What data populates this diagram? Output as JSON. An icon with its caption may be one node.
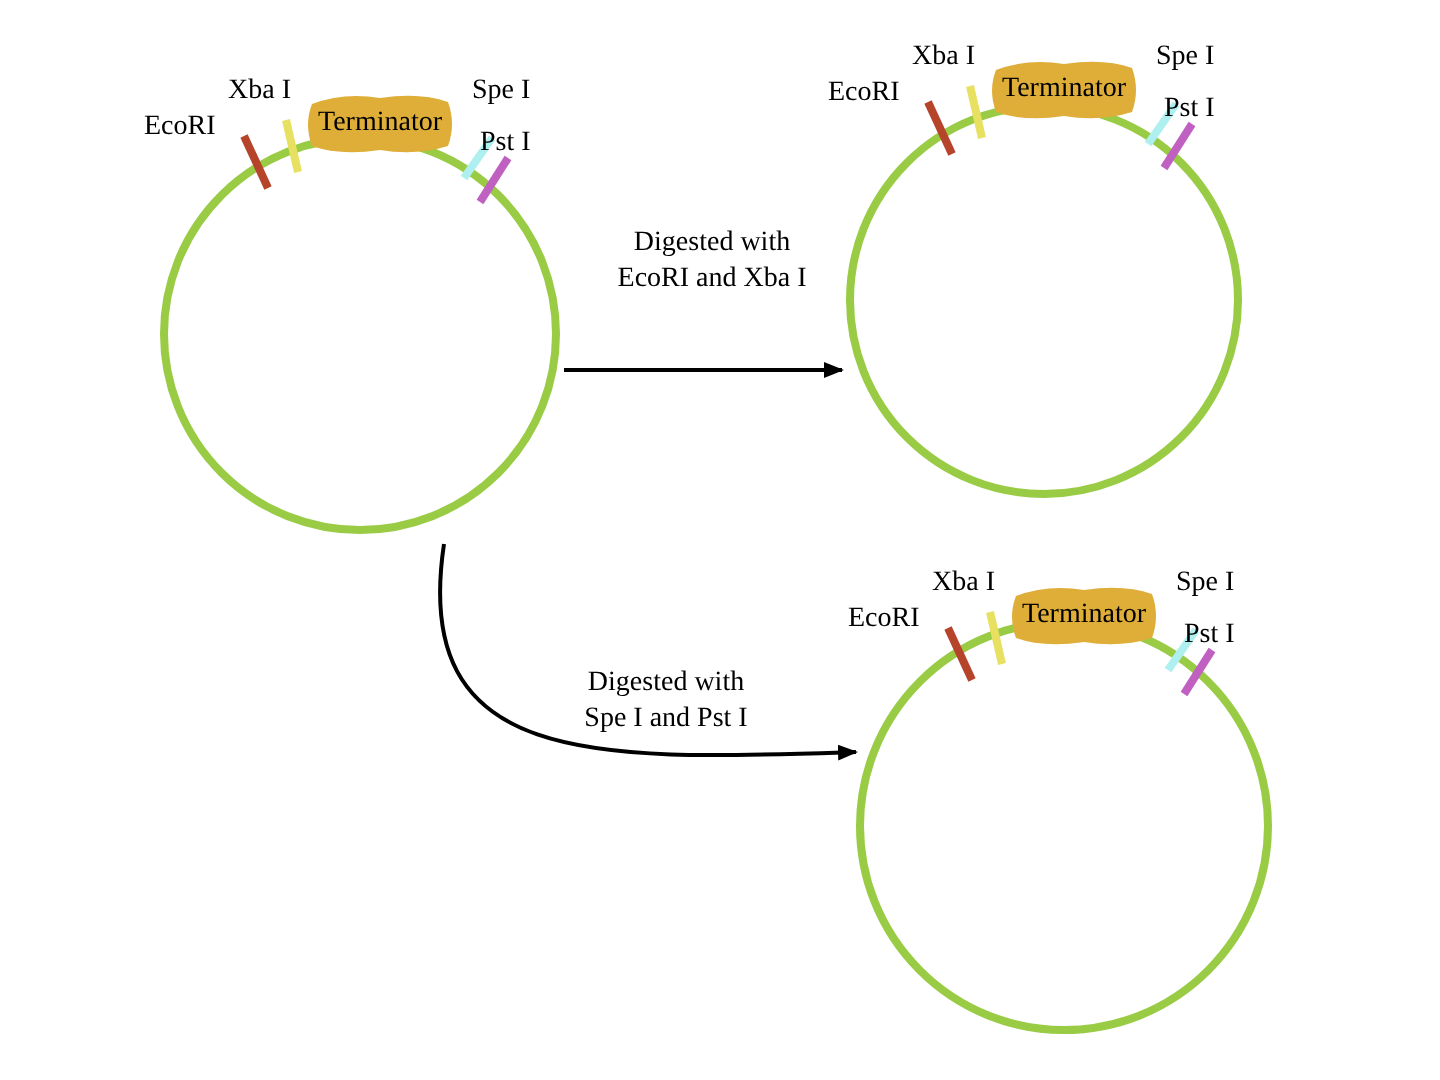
{
  "diagram": {
    "nodes": [
      {
        "text": [],
        "shape": "circle",
        "beside": [
          "Xba I",
          "EcoRI",
          "Spe I",
          "Pst I"
        ]
      },
      {
        "text": [
          "Terminator"
        ]
      },
      {
        "text": [],
        "shape": "circle",
        "beside": [
          "Xba I",
          "EcoRI",
          "Spe I",
          "Pst I"
        ]
      },
      {
        "text": [
          "Terminator"
        ]
      },
      {
        "text": [],
        "shape": "circle",
        "beside": [
          "Xba I",
          "EcoRI",
          "Spe I",
          "Pst I"
        ]
      },
      {
        "text": [
          "Terminator"
        ]
      }
    ],
    "edges": [
      {
        "from": 0,
        "to": 2,
        "arrow": "to",
        "label": "Digested with EcoRI and Xba I"
      },
      {
        "from": 0,
        "to": 4,
        "arrow": "to",
        "label": "Digested with Spe I and Pst I"
      }
    ]
  }
}
